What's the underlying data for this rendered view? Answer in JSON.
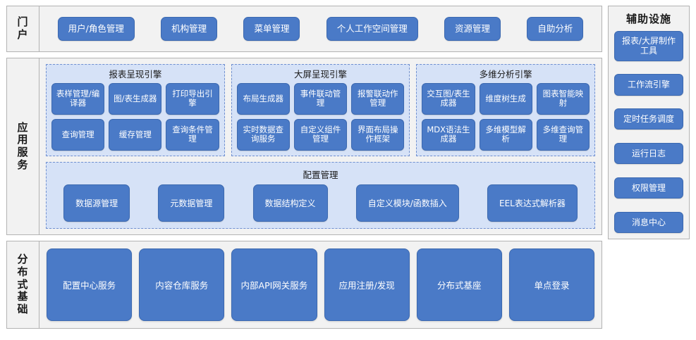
{
  "colors": {
    "tile": "#4a7ac7",
    "tile_border": "#3c69b0",
    "panel": "#d6e2f7",
    "panel_border": "#6f8fd0",
    "band": "#f2f2f2",
    "band_border": "#b3b3b3",
    "text_light": "#ffffff",
    "text_dark": "#1a1a1a"
  },
  "portal": {
    "label": "门户",
    "items": [
      "用户/角色管理",
      "机构管理",
      "菜单管理",
      "个人工作空间管理",
      "资源管理",
      "自助分析"
    ]
  },
  "app_services": {
    "label": "应用服务",
    "engines": [
      {
        "title": "报表呈现引擎",
        "cells": [
          "表样管理/编译器",
          "图/表生成器",
          "打印导出引擎",
          "查询管理",
          "缓存管理",
          "查询条件管理"
        ]
      },
      {
        "title": "大屏呈现引擎",
        "cells": [
          "布局生成器",
          "事件联动管理",
          "报警联动作管理",
          "实时数据查询服务",
          "自定义组件管理",
          "界面布局操作框架"
        ]
      },
      {
        "title": "多维分析引擎",
        "cells": [
          "交互图/表生成器",
          "维度树生成",
          "图表智能映射",
          "MDX语法生成器",
          "多维模型解析",
          "多维查询管理"
        ]
      }
    ],
    "config": {
      "title": "配置管理",
      "items": [
        "数据源管理",
        "元数据管理",
        "数据结构定义",
        "自定义模块/函数插入",
        "EEL表达式解析器"
      ]
    }
  },
  "distributed_base": {
    "label": "分布式基础",
    "items": [
      "配置中心服务",
      "内容仓库服务",
      "内部API网关服务",
      "应用注册/发现",
      "分布式基座",
      "单点登录"
    ]
  },
  "aux": {
    "title": "辅助设施",
    "items": [
      "报表/大屏制作工具",
      "工作流引擎",
      "定时任务调度",
      "运行日志",
      "权限管理",
      "消息中心"
    ]
  }
}
